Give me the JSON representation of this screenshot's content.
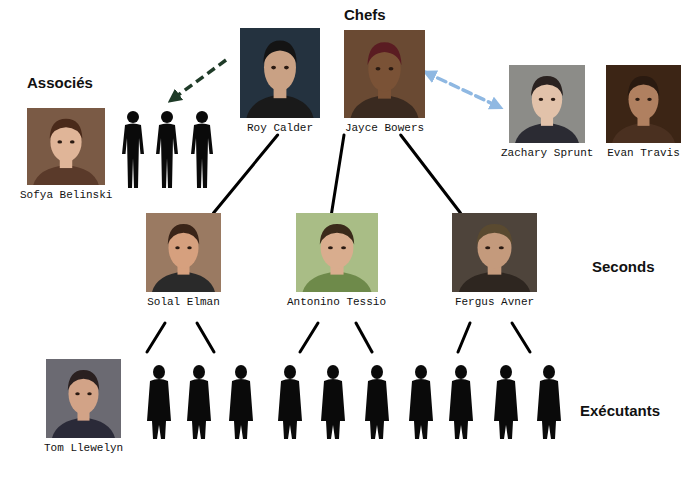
{
  "diagram": {
    "nodes": [
      {
        "text": [
          "Roy Calder"
        ]
      },
      {
        "text": [
          "Jayce Bowers"
        ]
      },
      {
        "text": [
          "Zachary Sprunt"
        ]
      },
      {
        "text": [
          "Evan Travis"
        ]
      },
      {
        "text": [
          "Sofya Belinski"
        ]
      },
      {
        "text": [
          "Solal Elman"
        ]
      },
      {
        "text": [
          "Antonino Tessio"
        ]
      },
      {
        "text": [
          "Fergus Avner"
        ]
      },
      {
        "text": [
          "Tom Llewelyn"
        ]
      }
    ],
    "edges": [
      {
        "from": 0,
        "to": 5,
        "arrow": "none"
      },
      {
        "from": 1,
        "to": 6,
        "arrow": "none"
      },
      {
        "from": 1,
        "to": 7,
        "arrow": "none"
      },
      {
        "from": 1,
        "to": 2,
        "arrow": "both"
      }
    ],
    "labels": [
      "Chefs",
      "Associés",
      "Seconds",
      "Exécutants"
    ]
  }
}
